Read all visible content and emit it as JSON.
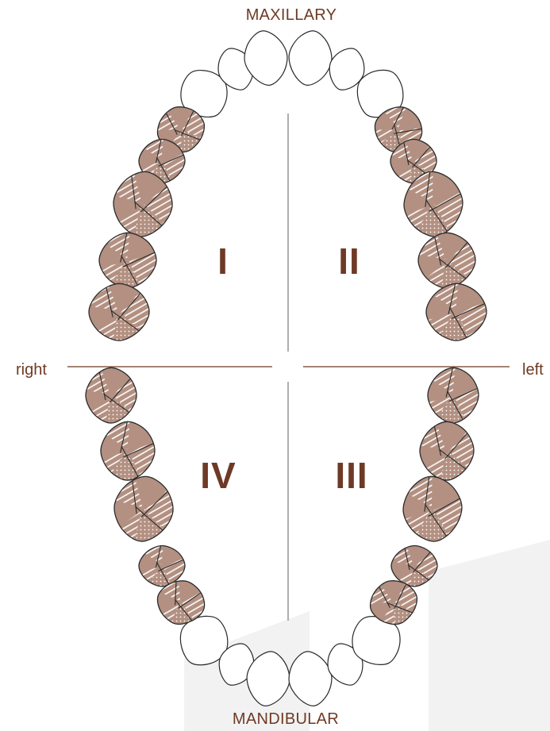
{
  "labels": {
    "top": "MAXILLARY",
    "bottom": "MANDIBULAR",
    "left": "right",
    "right": "left"
  },
  "quadrants": [
    {
      "id": "q1",
      "label": "I"
    },
    {
      "id": "q2",
      "label": "II"
    },
    {
      "id": "q3",
      "label": "III"
    },
    {
      "id": "q4",
      "label": "IV"
    }
  ],
  "colors": {
    "accent_text": "#6e3a25",
    "posterior_fill": "#b39081",
    "outline": "#2a2a2a",
    "axis_line": "#9a9a9a",
    "hatch_line": "#ffffff"
  },
  "icons": {
    "anterior_tooth": "incisor-outline-icon",
    "posterior_tooth": "molar-surface-icon"
  }
}
